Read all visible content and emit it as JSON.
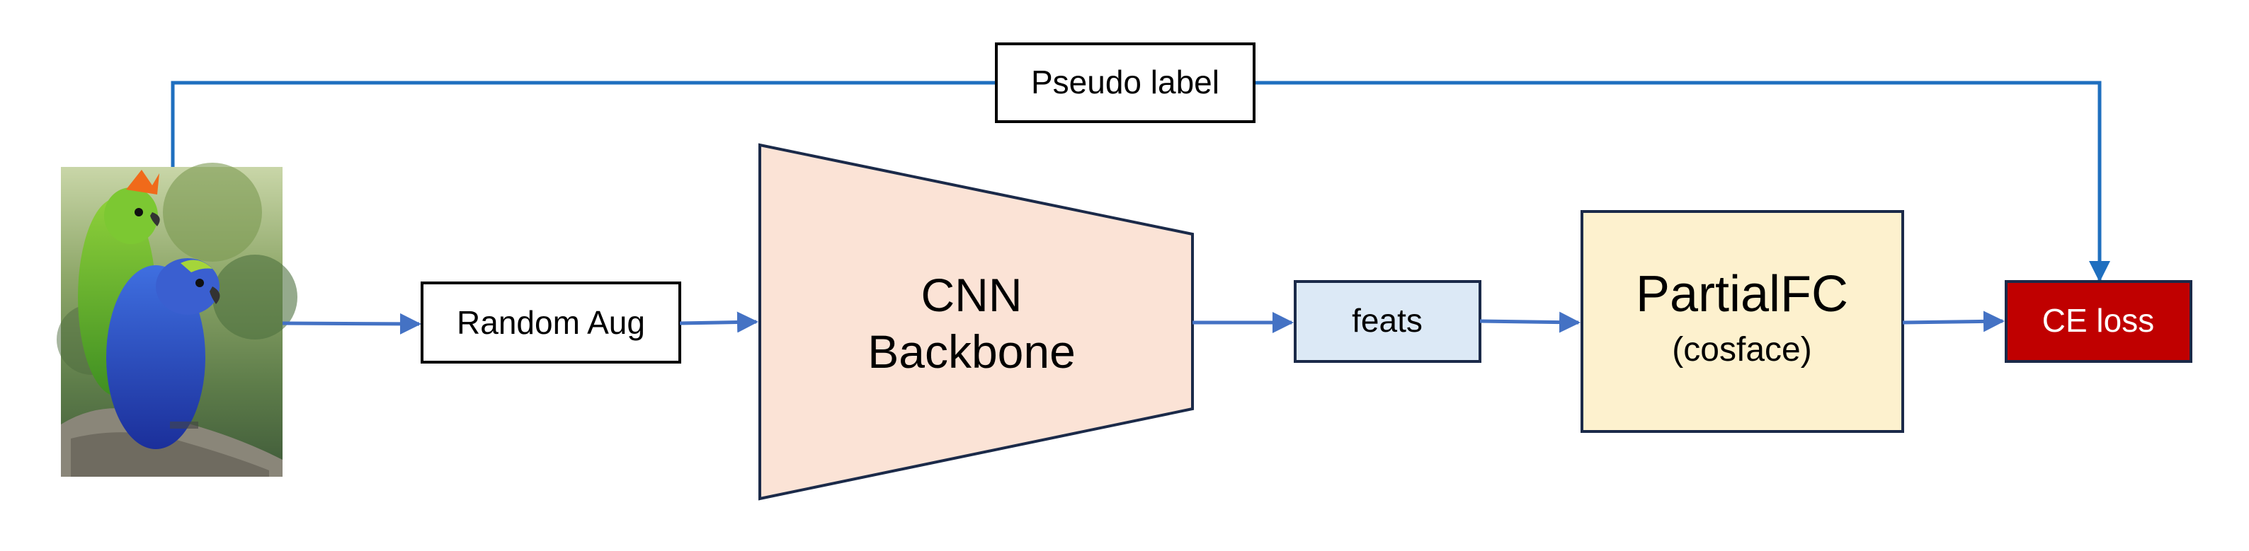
{
  "nodes": {
    "input_image": {
      "label": "",
      "description_icon": "parrots-photo-icon"
    },
    "random_aug": {
      "label": "Random Aug"
    },
    "backbone": {
      "line1": "CNN",
      "line2": "Backbone"
    },
    "feats": {
      "label": "feats"
    },
    "partialfc": {
      "line1": "PartialFC",
      "line2": "(cosface)"
    },
    "ce_loss": {
      "label": "CE loss"
    },
    "pseudo_label": {
      "label": "Pseudo label"
    }
  },
  "colors": {
    "arrow_main": "#4472C4",
    "arrow_pseudo": "#1F6FBF",
    "backbone_fill": "#FBE3D6",
    "feats_fill": "#DCE9F6",
    "partialfc_fill": "#FDF1CE",
    "ce_loss_fill": "#C00000",
    "ce_loss_text": "#FFFFFF",
    "box_stroke": "#1B2A49"
  }
}
